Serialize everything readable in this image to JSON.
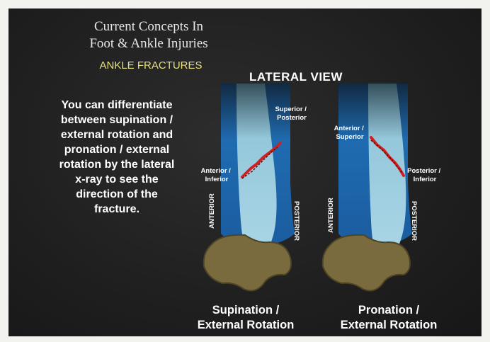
{
  "slide": {
    "title_line1": "Current Concepts In",
    "title_line2": "Foot & Ankle Injuries",
    "subtitle": "ANKLE FRACTURES",
    "heading": "LATERAL VIEW",
    "body": "You can differentiate\nbetween supination /\nexternal rotation and\npronation / external\nrotation by the lateral\nx-ray to see the\ndirection of the\nfracture."
  },
  "left_diagram": {
    "label_superior_posterior_1": "Superior /",
    "label_superior_posterior_2": "Posterior",
    "label_anterior_inferior_1": "Anterior /",
    "label_anterior_inferior_2": "Inferior",
    "side_anterior": "ANTERIOR",
    "side_posterior": "POSTERIOR",
    "caption": "Supination /\nExternal Rotation"
  },
  "right_diagram": {
    "label_anterior_superior_1": "Anterior /",
    "label_anterior_superior_2": "Superior",
    "label_posterior_inferior_1": "Posterior /",
    "label_posterior_inferior_2": "Inferior",
    "side_anterior": "ANTERIOR",
    "side_posterior": "POSTERIOR",
    "caption": "Pronation /\nExternal Rotation"
  },
  "colors": {
    "tibia_blue": "#1f6fb8",
    "fibula_light": "#bfe6ee",
    "talus": "#7a6b3e",
    "fracture_red": "#d21f1f",
    "subtitle_yellow": "#e7e07a"
  }
}
